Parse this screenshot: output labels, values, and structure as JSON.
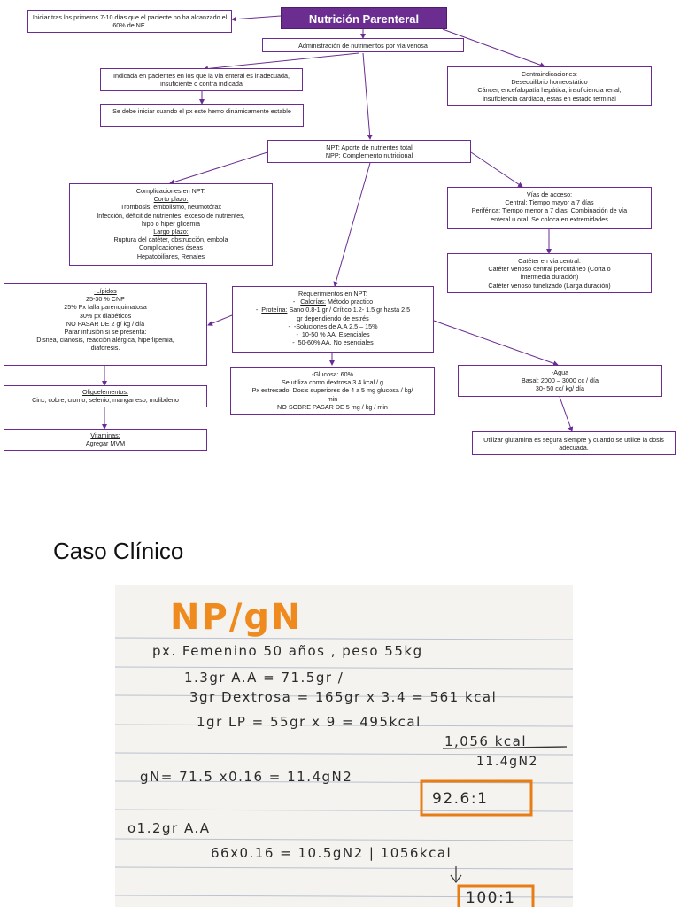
{
  "map": {
    "title": "Nutrición Parenteral",
    "start_note": "Iniciar tras los primeros 7-10 días que el paciente no ha alcanzado el 60% de NE.",
    "definition": "Administración de nutrimentos por vía venosa",
    "indicada": "Indicada en pacientes en los que la vía enteral es inadecuada, insuficiente o contra indicada",
    "hemo": "Se debe iniciar cuando el px este hemo dinámicamente estable",
    "contra_title": "Contraindicaciones:",
    "contra_lines": [
      "Desequilibrio homeostático",
      "Cáncer, encefalopatía hepática, insuficiencia renal,",
      "insuficiencia cardiaca, estas en estado terminal"
    ],
    "npt_lines": [
      "NPT: Aporte de nutrientes total",
      "NPP: Complemento nutricional"
    ],
    "compl_title": "Complicaciones en NPT:",
    "compl_short_label": "Corto plazo:",
    "compl_short_lines": [
      "Trombosis, embolismo, neumotórax",
      "Infección, déficit de nutrientes, exceso de nutrientes,",
      "hipo o hiper glicemia"
    ],
    "compl_long_label": "Largo plazo:",
    "compl_long_lines": [
      "Ruptura del catéter, obstrucción, embola",
      "Complicaciones óseas",
      "Hepatobiliares, Renales"
    ],
    "vias_title": "Vías de acceso:",
    "vias_lines": [
      "Central: Tiempo mayor a 7 días",
      "Periférica: Tiempo menor a 7 días. Combinación de vía",
      "enteral u oral. Se coloca en extremidades"
    ],
    "cateter_title": "Catéter en vía central:",
    "cateter_lines": [
      "Catéter venoso central percutáneo (Corta o",
      "intermedia duración)",
      "Catéter venoso tunelizado (Larga duración)"
    ],
    "lipidos_title": "-Lípidos",
    "lipidos_lines": [
      "25-30 % CNP",
      "25% Px falla parenquimatosa",
      "30% px diabéticos",
      "NO PASAR DE 2 g/ kg / día",
      "Parar infusión si se presenta:",
      "Disnea, cianosis, reacción alérgica, hiperlipemia,",
      "diaforesis."
    ],
    "req_title": "Requerimientos en NPT:",
    "req_cal_label": "Calorías:",
    "req_cal_text": " Método practico",
    "req_prot_label": "Proteína:",
    "req_prot_text": " Sano 0.8-1 gr / Crítico 1.2- 1.5 gr hasta 2.5",
    "req_prot_cont": "gr dependiendo de estrés",
    "req_sol": "-Soluciones de A.A 2.5 – 15%",
    "req_es": "10-50 % AA. Esenciales",
    "req_noes": "50-60% AA. No esenciales",
    "oligo_title": "Oligoelementos:",
    "oligo_text": "Cinc, cobre, cromo, selenio, manganeso, molibdeno",
    "glucosa_lines": [
      "-Glucosa: 60%",
      "Se utiliza como dextrosa 3.4 kcal / g",
      "Px estresado: Dosis superiores de 4 a 5 mg glucosa / kg/",
      "min",
      "NO SOBRE PASAR DE 5 mg / kg / min"
    ],
    "agua_title": "-Agua",
    "agua_lines": [
      "Basal: 2000 – 3000 cc / día",
      "30- 50 cc/ kg/ día"
    ],
    "vit_title": "Vitaminas:",
    "vit_text": "Agregar MVM",
    "glut": "Utilizar glutamina es segura siempre y cuando se utilice la dosis adecuada."
  },
  "caso": {
    "title": "Caso Clínico",
    "hw_title": "NP/gN",
    "hw_lines": [
      "px. Femenino  50 años ,  peso 55kg",
      "1.3gr A.A  =      71.5gr  /",
      "3gr Dextrosa = 165gr x 3.4 =  561 kcal",
      "1gr LP  =  55gr x 9 = 495kcal",
      "1,056 kcal",
      "11.4gN2",
      "gN= 71.5 x0.16 = 11.4gN2",
      "92.6:1",
      "o1.2gr A.A",
      "66x0.16 = 10.5gN2 | 1056kcal",
      "100:1"
    ]
  }
}
